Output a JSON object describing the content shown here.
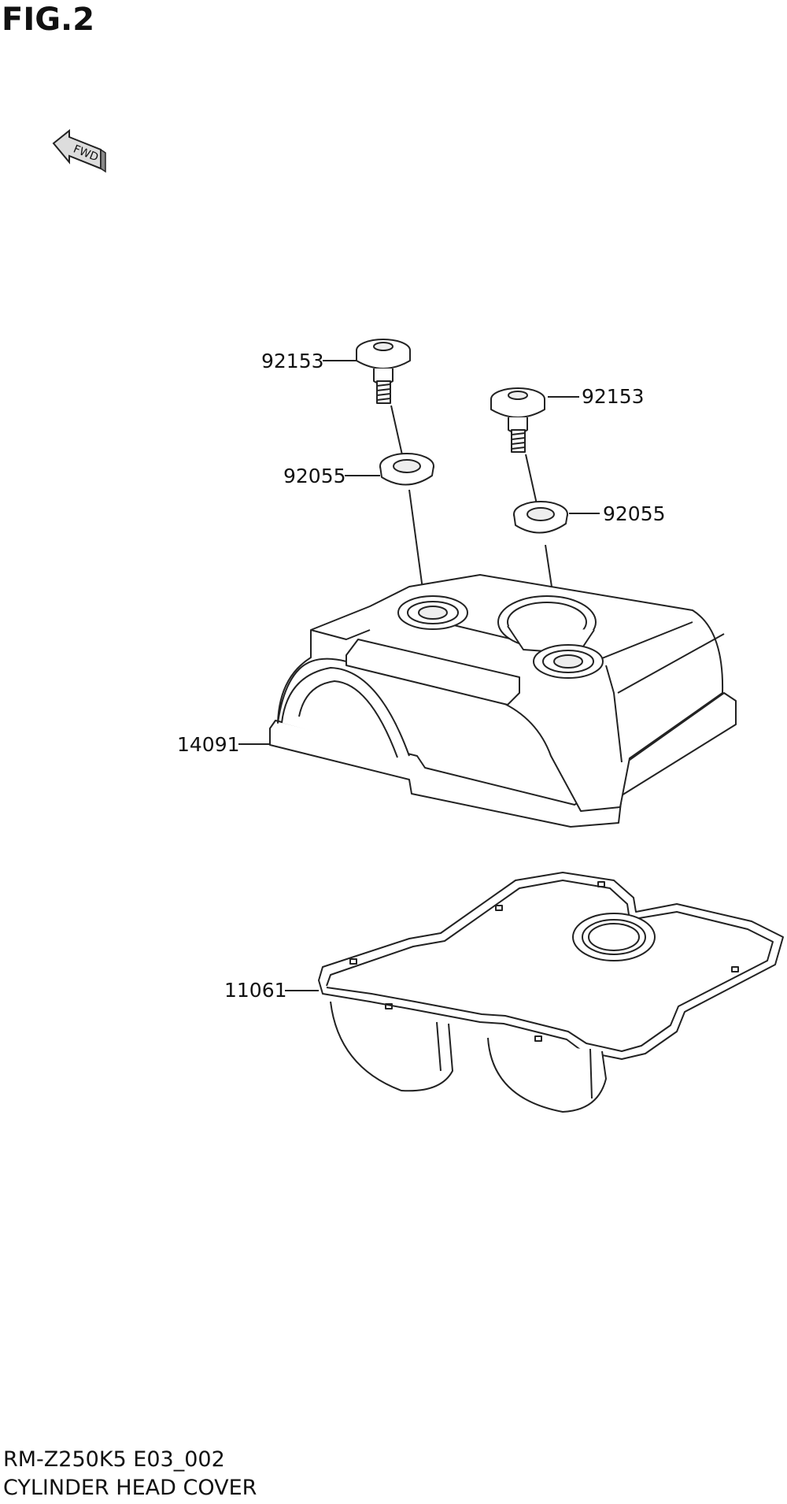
{
  "figure": {
    "title": "FIG.2"
  },
  "direction_marker": {
    "text": "FWD",
    "icon": "fwd-arrow-icon"
  },
  "parts": [
    {
      "id": "bolt-1",
      "number": "92153"
    },
    {
      "id": "bolt-2",
      "number": "92153"
    },
    {
      "id": "washer-1",
      "number": "92055"
    },
    {
      "id": "washer-2",
      "number": "92055"
    },
    {
      "id": "cover",
      "number": "14091"
    },
    {
      "id": "gasket",
      "number": "11061"
    }
  ],
  "footer": {
    "code": "RM-Z250K5 E03_002",
    "name": "CYLINDER HEAD COVER"
  }
}
